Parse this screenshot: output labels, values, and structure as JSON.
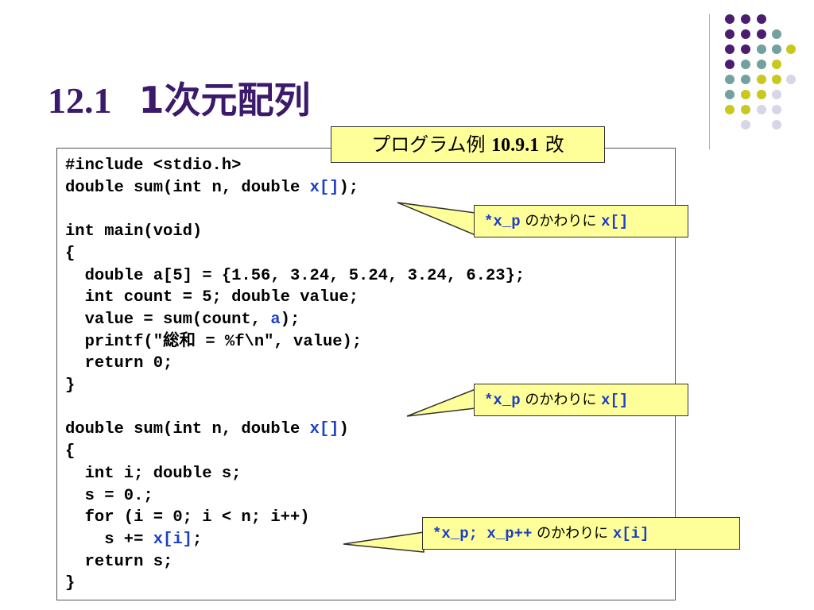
{
  "title": {
    "number": "12.1",
    "text": "1次元配列"
  },
  "label": {
    "text": "プログラム例",
    "ref": "10.9.1",
    "suffix": "改"
  },
  "code": {
    "l1": "#include <stdio.h>",
    "l2a": "double sum(int n, double ",
    "l2h": "x[]",
    "l2b": ");",
    "l4": "int main(void)",
    "l5": "{",
    "l6": "  double a[5] = {1.56, 3.24, 5.24, 3.24, 6.23};",
    "l7": "  int count = 5; double value;",
    "l8a": "  value = sum(count, ",
    "l8h": "a",
    "l8b": ");",
    "l9": "  printf(\"総和 = %f\\n\", value);",
    "l10": "  return 0;",
    "l11": "}",
    "l13a": "double sum(int n, double ",
    "l13h": "x[]",
    "l13b": ")",
    "l14": "{",
    "l15": "  int i; double s;",
    "l16": "  s = 0.;",
    "l17": "  for (i = 0; i < n; i++)",
    "l18a": "    s += ",
    "l18h": "x[i]",
    "l18b": ";",
    "l19": "  return s;",
    "l20": "}"
  },
  "callouts": {
    "c1": {
      "code1": "*x_p",
      "jp": " のかわりに ",
      "code2": "x[]"
    },
    "c2": {
      "code1": "*x_p",
      "jp": " のかわりに ",
      "code2": "x[]"
    },
    "c3": {
      "code1": "*x_p; x_p++",
      "jp": " のかわりに ",
      "code2": "x[i]"
    }
  },
  "colors": {
    "title": "#3b1a6b",
    "highlight": "#1c3fc4",
    "callout_bg": "#ffff99",
    "dot_purple": "#4b1d6e",
    "dot_teal": "#73a0a0",
    "dot_yellow": "#c8c81e",
    "dot_lavender": "#d6d6e8"
  }
}
